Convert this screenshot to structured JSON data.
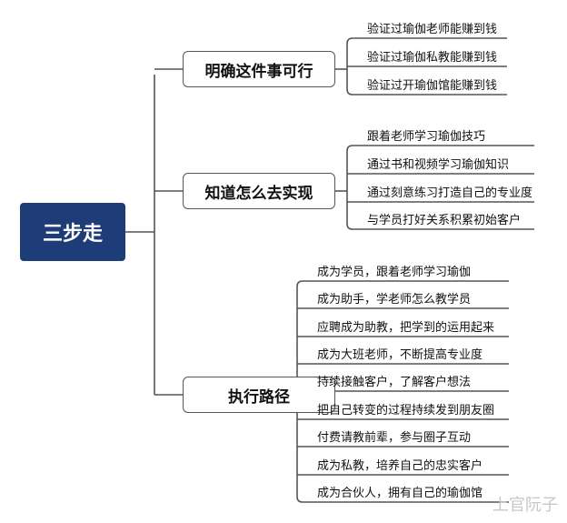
{
  "root": {
    "label": "三步走",
    "color": "#1e3c78"
  },
  "branches": [
    {
      "label": "明确这件事可行",
      "items": [
        "验证过瑜伽老师能赚到钱",
        "验证过瑜伽私教能赚到钱",
        "验证过开瑜伽馆能赚到钱"
      ]
    },
    {
      "label": "知道怎么去实现",
      "items": [
        "跟着老师学习瑜伽技巧",
        "通过书和视频学习瑜伽知识",
        "通过刻意练习打造自己的专业度",
        "与学员打好关系积累初始客户"
      ]
    },
    {
      "label": "执行路径",
      "items": [
        "成为学员，跟着老师学习瑜伽",
        "成为助手，学老师怎么教学员",
        "应聘成为助教，把学到的运用起来",
        "成为大班老师，不断提高专业度",
        "持续接触客户，了解客户想法",
        "把自己转变的过程持续发到朋友圈",
        "付费请教前辈，参与圈子互动",
        "成为私教，培养自己的忠实客户",
        "成为合伙人，拥有自己的瑜伽馆"
      ]
    }
  ],
  "watermark": "上官阮子",
  "line_color": "#555555"
}
